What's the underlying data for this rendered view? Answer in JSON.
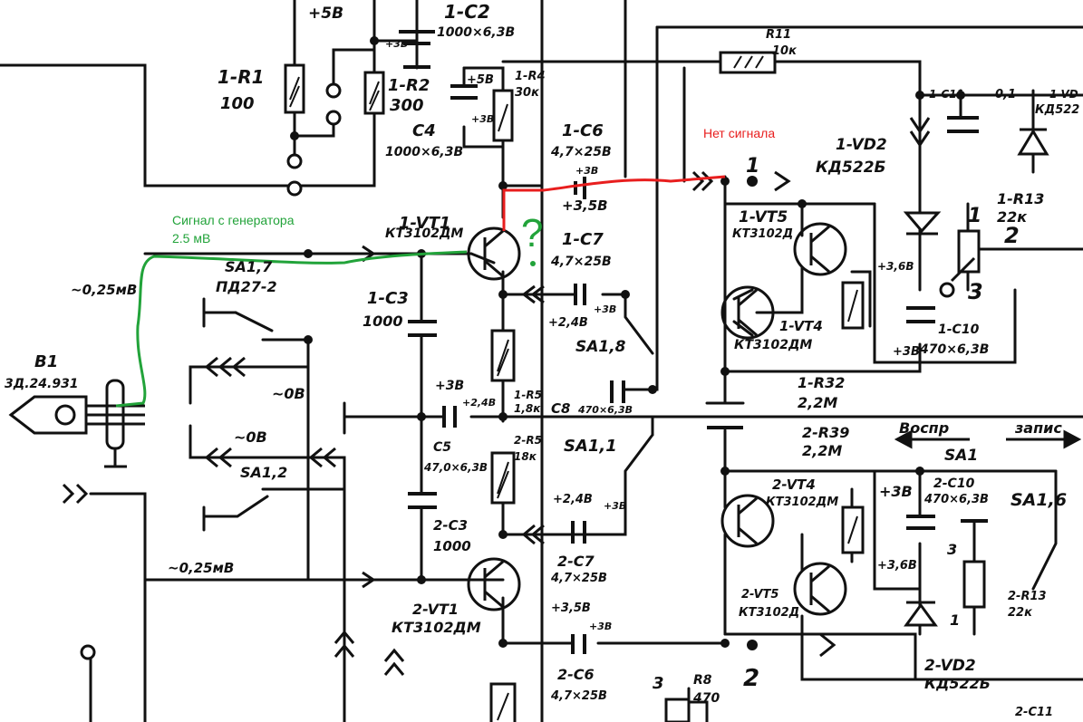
{
  "annotations": {
    "no_signal": "Нет сигнала",
    "gen_line1": "Сигнал с генератора",
    "gen_line2": "2.5 мВ",
    "question": "?"
  },
  "colors": {
    "ink": "#111111",
    "red": "#e81e1e",
    "green": "#22a33a"
  },
  "labels": {
    "plus5v": "+5В",
    "c2": "1-C2",
    "c2v": "1000×6,3В",
    "p3v_top": "+3В",
    "r1": "1-R1",
    "r1v": "100",
    "r2": "1-R2",
    "r2v": "300",
    "c4": "C4",
    "c4v": "1000×6,3В",
    "p5v_b": "+5В",
    "p3v_b": "+3В",
    "r4": "1-R4",
    "r4v": "30к",
    "r11": "R11",
    "r11v": "10к",
    "c11": "1-C11",
    "c11v": "0,1",
    "vd_tr": "1-VD",
    "vd_trv": "КД522",
    "c6": "1-C6",
    "c6v": "4,7×25В",
    "p3v_c6": "+3В",
    "p35v": "+3,5В",
    "vd2": "1-VD2",
    "vd2v": "КД522Б",
    "n1": "1",
    "vt5": "1-VT5",
    "vt5v": "КТ3102Д",
    "r13": "1-R13",
    "r13v": "22к",
    "pin1": "1",
    "pin2": "2",
    "pin3": "3",
    "vt1": "1-VT1",
    "vt1v": "КТ3102ДМ",
    "c7": "1-C7",
    "c7v": "4,7×25В",
    "m025": "~0,25мВ",
    "sa17": "SA1,7",
    "sa17v": "ПД27-2",
    "c3": "1-C3",
    "c3v": "1000",
    "p24v": "+2,4В",
    "p3v_c7": "+3В",
    "sa18": "SA1,8",
    "p36v": "+3,6В",
    "vt4": "1-VT4",
    "vt4v": "КТ3102ДМ",
    "c10": "1-C10",
    "c10v": "470×6,3В",
    "p3v_c10": "+3В",
    "b1": "В1",
    "b1v": "3Д.24.931",
    "zero1": "~0В",
    "p3v_c5": "+3В",
    "p24v_c5": "+2,4В",
    "r5": "1-R5",
    "r5v": "1,8к",
    "c8": "C8",
    "c8v": "470×6,3В",
    "r32": "1-R32",
    "r32v": "2,2М",
    "c5": "C5",
    "c5v": "47,0×6,3В",
    "r5b": "2-R5",
    "r5bv": "18к",
    "sa11": "SA1,1",
    "r39": "2-R39",
    "r39v": "2,2М",
    "vospr": "Воспр",
    "zapis": "запис",
    "sa1": "SA1",
    "zero2": "~0В",
    "sa12": "SA1,2",
    "p24v_2": "+2,4В",
    "p3v_2": "+3В",
    "vt4b": "2-VT4",
    "vt4bv": "КТ3102ДМ",
    "p3v_3": "+3В",
    "c10b": "2-C10",
    "c10bv": "470×6,3В",
    "sa16": "SA1,6",
    "c3b": "2-C3",
    "c3bv": "1000",
    "c7b": "2-C7",
    "c7bv": "4,7×25В",
    "p36v_b": "+3,6В",
    "m025b": "~0,25мВ",
    "vt1b": "2-VT1",
    "vt1bv": "КТ3102ДМ",
    "vt5b": "2-VT5",
    "vt5bv": "КТ3102Д",
    "r13b": "2-R13",
    "r13bv": "22к",
    "pin3b": "3",
    "pin1b": "1",
    "p35v_b": "+3,5В",
    "p3v_4": "+3В",
    "c6b": "2-C6",
    "c6bv": "4,7×25В",
    "n2": "2",
    "vd2b": "2-VD2",
    "vd2bv": "КД522Б",
    "pin3c": "3",
    "r8": "R8",
    "r8v": "470",
    "c11b": "2-C11"
  }
}
